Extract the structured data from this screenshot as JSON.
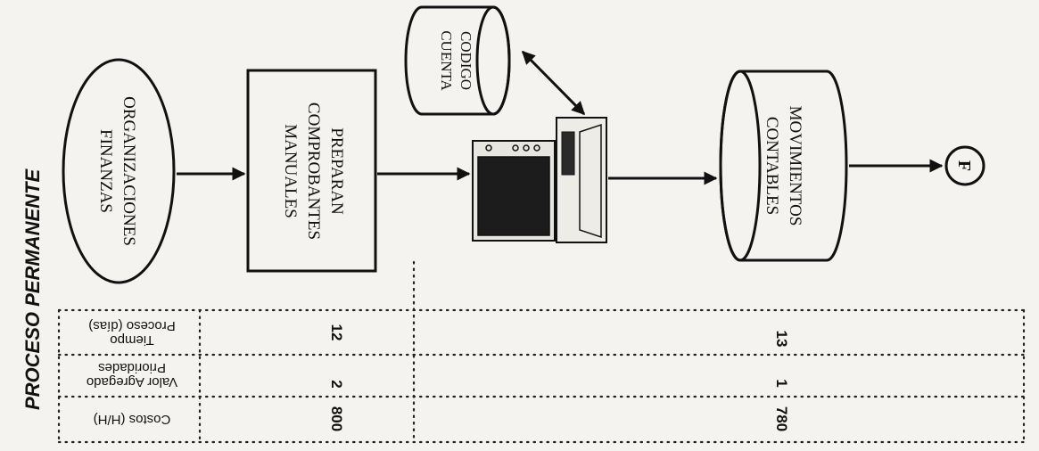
{
  "title": "PROCESO PERMANENTE",
  "nodes": {
    "organizaciones": [
      "ORGANIZACIONES",
      "FINANZAS"
    ],
    "preparan": [
      "PREPARAN",
      "COMPROBANTES",
      "MANUALES"
    ],
    "codigo": [
      "CODIGO",
      "CUENTA"
    ],
    "movimientos": [
      "MOVIMIENTOS",
      "CONTABLES"
    ],
    "terminal": "F"
  },
  "table": {
    "headers": {
      "tiempo": [
        "Tiempo",
        "Proceso (días)"
      ],
      "valor": [
        "Valor Agregado",
        "Prioridades"
      ],
      "costos": "Costos (H/H)"
    },
    "group1": {
      "tiempo": "12",
      "valor": "2",
      "costos": "800"
    },
    "group2": {
      "tiempo": "13",
      "valor": "1",
      "costos": "780"
    }
  }
}
